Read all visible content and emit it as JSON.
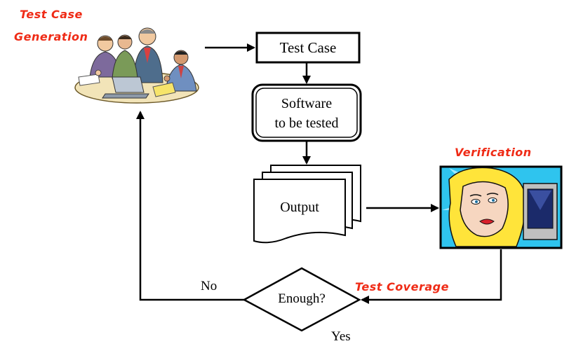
{
  "diagram": {
    "labels": {
      "test_case_generation_line1": "Test Case",
      "test_case_generation_line2": "Generation",
      "verification": "Verification",
      "test_coverage": "Test Coverage"
    },
    "nodes": {
      "test_case": "Test Case",
      "software_line1": "Software",
      "software_line2": "to be tested",
      "output": "Output",
      "decision": "Enough?"
    },
    "edges": {
      "no_label": "No",
      "yes_label": "Yes"
    },
    "illustrations": {
      "team": "team-meeting-clipart",
      "verifier": "woman-at-monitor-clipart"
    },
    "colors": {
      "accent_red": "#ef2b16",
      "line": "#000000",
      "verification_sky": "#30c8f0",
      "verification_hair": "#ffe040"
    }
  }
}
